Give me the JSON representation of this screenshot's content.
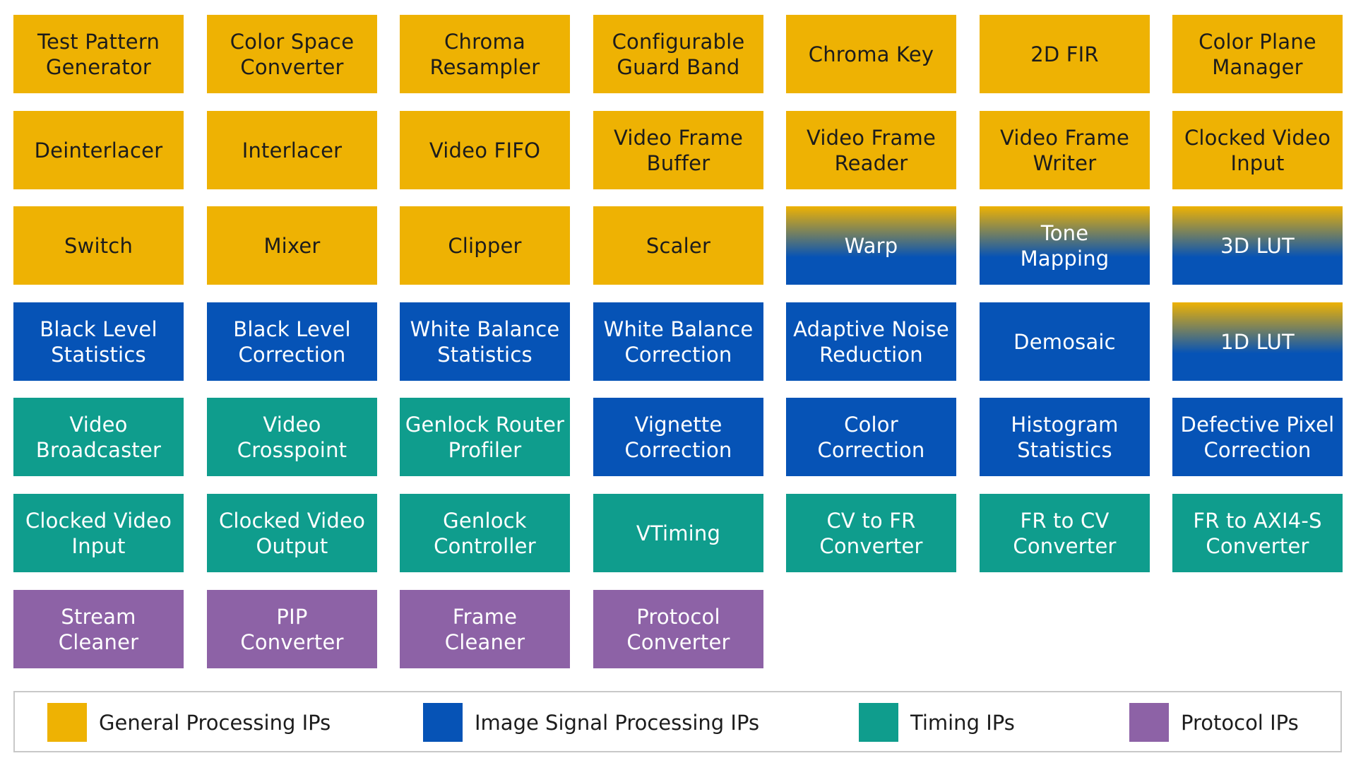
{
  "colors": {
    "general": "#EEB203",
    "isp": "#0653B6",
    "timing": "#0F9D8D",
    "protocol": "#8D62A6"
  },
  "tiles": [
    {
      "label": "Test Pattern\nGenerator",
      "cat": "general"
    },
    {
      "label": "Color Space\nConverter",
      "cat": "general"
    },
    {
      "label": "Chroma\nResampler",
      "cat": "general"
    },
    {
      "label": "Configurable\nGuard Band",
      "cat": "general"
    },
    {
      "label": "Chroma Key",
      "cat": "general"
    },
    {
      "label": "2D FIR",
      "cat": "general"
    },
    {
      "label": "Color Plane\nManager",
      "cat": "general"
    },
    {
      "label": "Deinterlacer",
      "cat": "general"
    },
    {
      "label": "Interlacer",
      "cat": "general"
    },
    {
      "label": "Video FIFO",
      "cat": "general"
    },
    {
      "label": "Video Frame\nBuffer",
      "cat": "general"
    },
    {
      "label": "Video Frame\nReader",
      "cat": "general"
    },
    {
      "label": "Video Frame\nWriter",
      "cat": "general"
    },
    {
      "label": "Clocked Video\nInput",
      "cat": "general"
    },
    {
      "label": "Switch",
      "cat": "general"
    },
    {
      "label": "Mixer",
      "cat": "general"
    },
    {
      "label": "Clipper",
      "cat": "general"
    },
    {
      "label": "Scaler",
      "cat": "general"
    },
    {
      "label": "Warp",
      "cat": "transition"
    },
    {
      "label": "Tone\nMapping",
      "cat": "transition"
    },
    {
      "label": "3D LUT",
      "cat": "transition"
    },
    {
      "label": "Black Level\nStatistics",
      "cat": "isp"
    },
    {
      "label": "Black Level\nCorrection",
      "cat": "isp"
    },
    {
      "label": "White Balance\nStatistics",
      "cat": "isp"
    },
    {
      "label": "White Balance\nCorrection",
      "cat": "isp"
    },
    {
      "label": "Adaptive Noise\nReduction",
      "cat": "isp"
    },
    {
      "label": "Demosaic",
      "cat": "isp"
    },
    {
      "label": "1D LUT",
      "cat": "transition"
    },
    {
      "label": "Video\nBroadcaster",
      "cat": "timing"
    },
    {
      "label": "Video\nCrosspoint",
      "cat": "timing"
    },
    {
      "label": "Genlock Router\nProfiler",
      "cat": "timing"
    },
    {
      "label": "Vignette\nCorrection",
      "cat": "isp"
    },
    {
      "label": "Color\nCorrection",
      "cat": "isp"
    },
    {
      "label": "Histogram\nStatistics",
      "cat": "isp"
    },
    {
      "label": "Defective Pixel\nCorrection",
      "cat": "isp"
    },
    {
      "label": "Clocked Video\nInput",
      "cat": "timing"
    },
    {
      "label": "Clocked Video\nOutput",
      "cat": "timing"
    },
    {
      "label": "Genlock\nController",
      "cat": "timing"
    },
    {
      "label": "VTiming",
      "cat": "timing"
    },
    {
      "label": "CV to FR\nConverter",
      "cat": "timing"
    },
    {
      "label": "FR to CV\nConverter",
      "cat": "timing"
    },
    {
      "label": "FR to AXI4-S\nConverter",
      "cat": "timing"
    },
    {
      "label": "Stream\nCleaner",
      "cat": "protocol"
    },
    {
      "label": "PIP\nConverter",
      "cat": "protocol"
    },
    {
      "label": "Frame\nCleaner",
      "cat": "protocol"
    },
    {
      "label": "Protocol\nConverter",
      "cat": "protocol"
    }
  ],
  "legend": [
    {
      "label": "General Processing IPs",
      "cat": "general"
    },
    {
      "label": "Image Signal Processing IPs",
      "cat": "isp"
    },
    {
      "label": "Timing IPs",
      "cat": "timing"
    },
    {
      "label": "Protocol IPs",
      "cat": "protocol"
    }
  ]
}
